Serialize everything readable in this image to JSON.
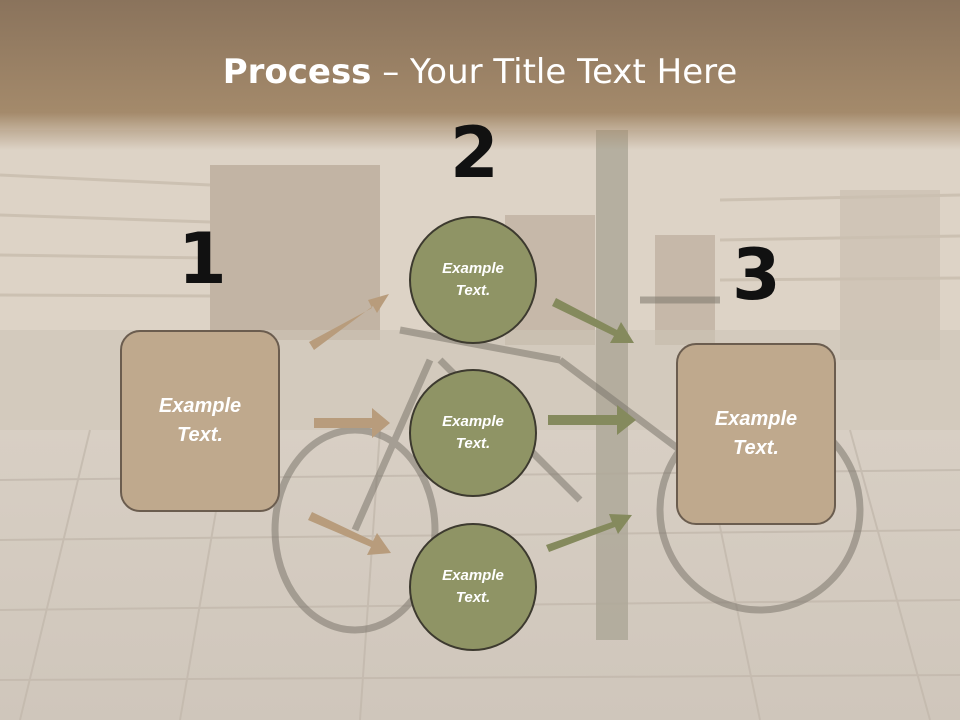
{
  "title": {
    "bold": "Process",
    "rest": " – Your Title Text Here"
  },
  "numbers": {
    "n1": "1",
    "n2": "2",
    "n3": "3"
  },
  "left_box": {
    "text": "Example\nText."
  },
  "right_box": {
    "text": "Example\nText."
  },
  "circles": [
    {
      "text": "Example\nText."
    },
    {
      "text": "Example\nText."
    },
    {
      "text": "Example\nText."
    }
  ],
  "colors": {
    "title_band": "#a08466",
    "box_fill": "#bfa98d",
    "circle_fill": "#8f9465",
    "arrow_tan": "#b89c7c",
    "arrow_olive": "#858a5d"
  }
}
